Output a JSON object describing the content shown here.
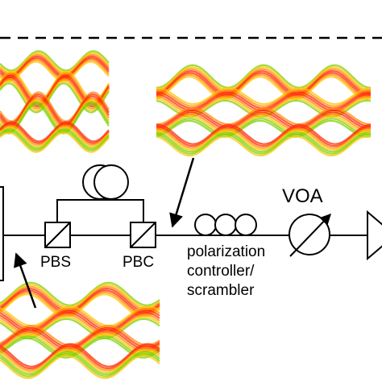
{
  "labels": {
    "pbs": "PBS",
    "pbc": "PBC",
    "voa": "VOA",
    "pol_line1": "polarization",
    "pol_line2": "controller/",
    "pol_line3": "scrambler"
  },
  "colors": {
    "eye_hot": "#ff2a00",
    "eye_mid": "#ff8a00",
    "eye_warm": "#ffc400",
    "eye_cool": "#7ed000",
    "line": "#000000",
    "background": "#ffffff"
  },
  "eye_diagrams": [
    {
      "name": "eye-diagram-top-left",
      "content": "distorted eye pattern"
    },
    {
      "name": "eye-diagram-top-right",
      "content": "clear eye pattern"
    },
    {
      "name": "eye-diagram-bottom-left",
      "content": "eye pattern"
    }
  ]
}
